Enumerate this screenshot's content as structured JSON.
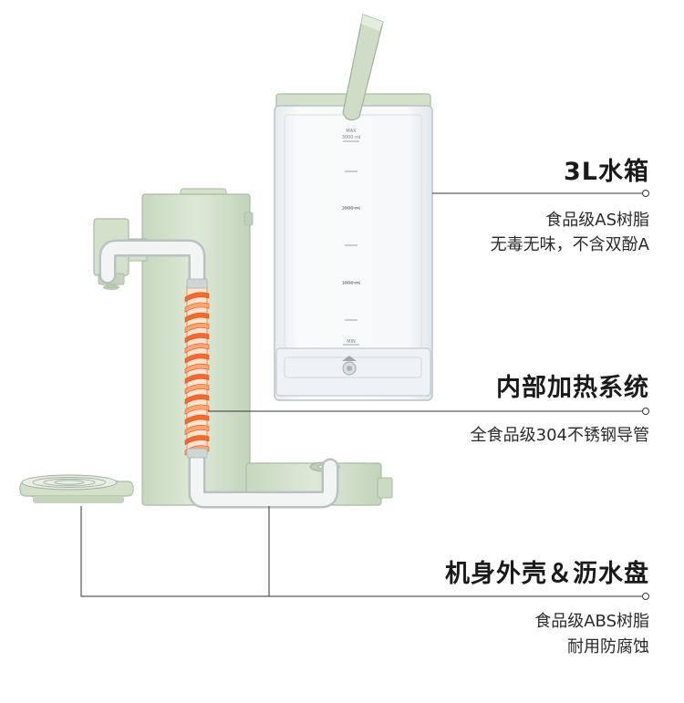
{
  "colors": {
    "body": "#d4e2cc",
    "body_edge": "#a9bca0",
    "pipe": "#e9ecec",
    "heater": "#f26a2c",
    "heater_light": "#ffa56e",
    "tank_glass": "#f2f5f7",
    "tank_edge": "#b8c2c8",
    "leader": "#333333"
  },
  "tank": {
    "marks": [
      "MAX",
      "3000 ml",
      "2000 ml",
      "1000 ml",
      "MIN"
    ]
  },
  "callouts": [
    {
      "title": "3L水箱",
      "lines": [
        "食品级AS树脂",
        "无毒无味，不含双酚A"
      ]
    },
    {
      "title": "内部加热系统",
      "lines": [
        "全食品级304不锈钢导管"
      ]
    },
    {
      "title": "机身外壳＆沥水盘",
      "lines": [
        "食品级ABS树脂",
        "耐用防腐蚀"
      ]
    }
  ]
}
